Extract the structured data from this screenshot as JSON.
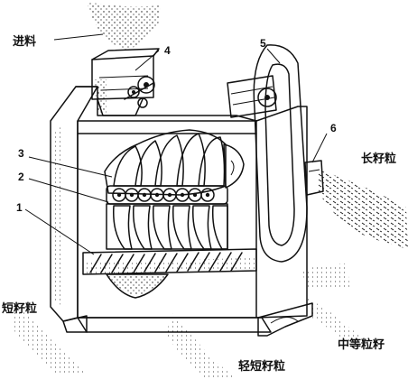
{
  "labels": {
    "feed": "进料",
    "long_grain": "长籽粒",
    "short_grain": "短籽粒",
    "medium_grain": "中等粒籽",
    "light_short_grain": "轻短籽粒"
  },
  "callouts": [
    "1",
    "2",
    "3",
    "4",
    "5",
    "6"
  ],
  "colors": {
    "ink": "#111111",
    "paper": "#ffffff"
  }
}
